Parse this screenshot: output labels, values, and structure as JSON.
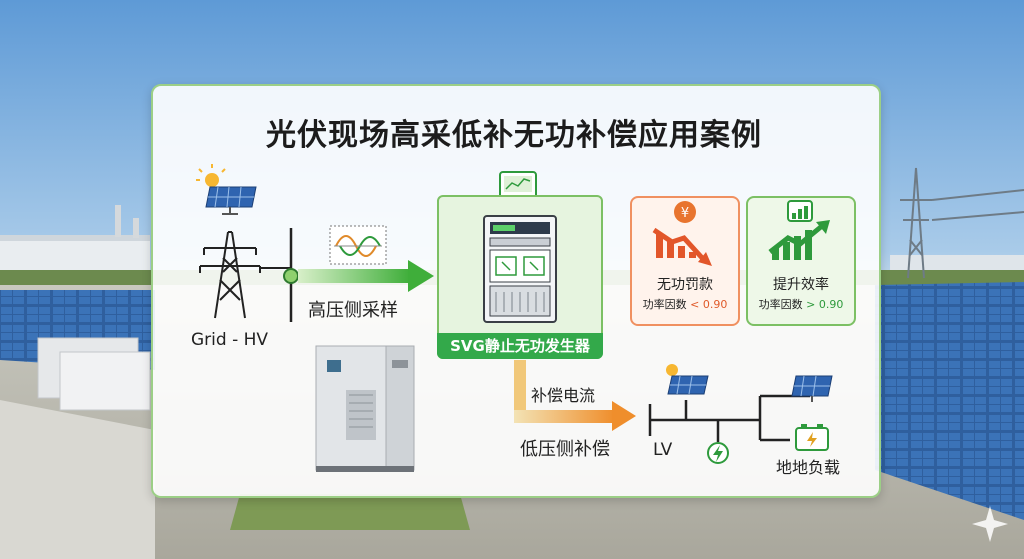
{
  "title": "光伏现场高采低补无功补偿应用案例",
  "grid_label": "Grid - HV",
  "hv_sampling_label": "高压侧采样",
  "svg_label": "SVG静止无功发生器",
  "comp_current_label": "补偿电流",
  "lv_comp_label": "低压侧补偿",
  "lv_label": "LV",
  "load_label": "地地负载",
  "cards": [
    {
      "title": "无功罚款",
      "metric": "功率因数",
      "value": "< 0.90"
    },
    {
      "title": "提升效率",
      "metric": "功率因数",
      "value": "> 0.90"
    }
  ],
  "colors": {
    "accent_green": "#33a94a",
    "alert_orange": "#f09060",
    "sky": "#6fa8dc"
  }
}
